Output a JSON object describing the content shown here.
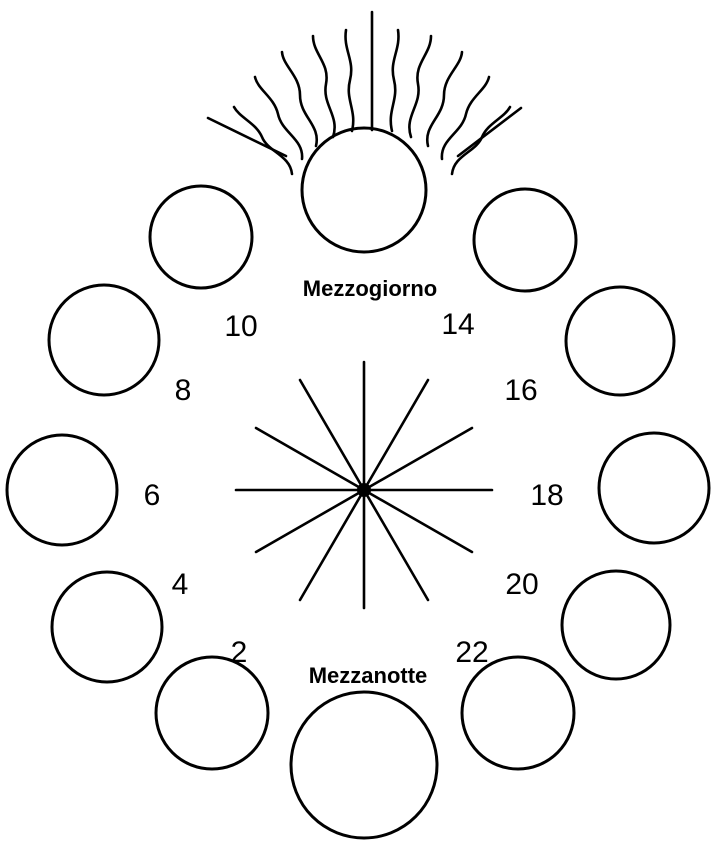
{
  "noon_label": "Mezzogiorno",
  "midnight_label": "Mezzanotte",
  "hour_labels": [
    "2",
    "4",
    "6",
    "8",
    "10",
    "14",
    "16",
    "18",
    "20",
    "22"
  ]
}
